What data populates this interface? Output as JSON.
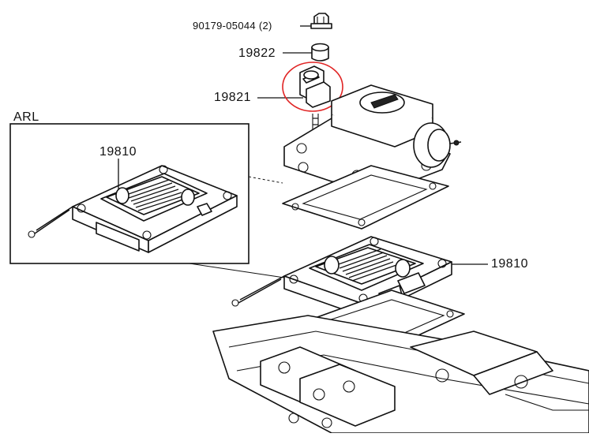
{
  "inset": {
    "label": "ARL",
    "part": "19810"
  },
  "parts": {
    "bolt": "90179-05044 (2)",
    "spacer": "19822",
    "sensor": "19821",
    "coil": "19810"
  },
  "highlight_color": "#e02424"
}
